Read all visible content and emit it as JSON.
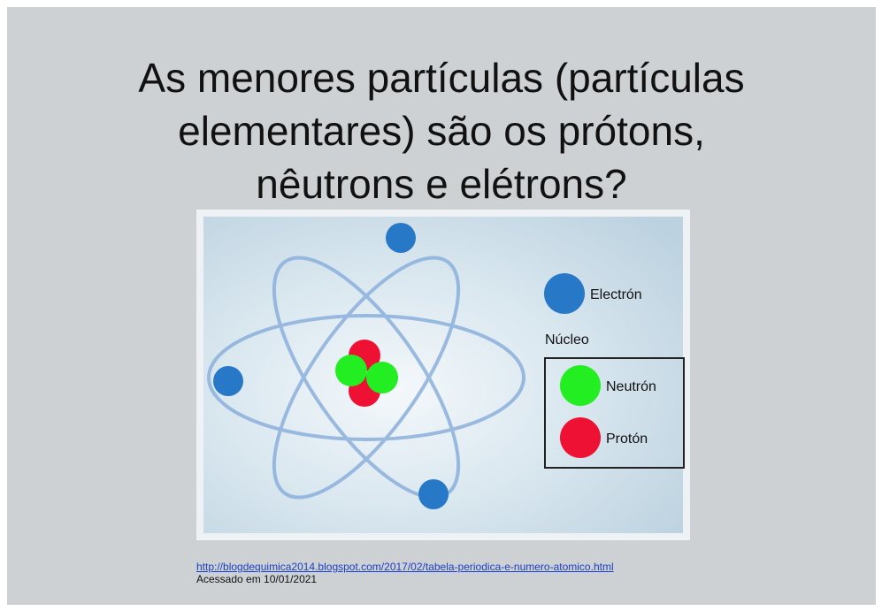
{
  "slide": {
    "title_lines": [
      "As menores partículas (partículas",
      "elementares) são os prótons,",
      "nêutrons e elétrons?"
    ],
    "source_url": "http://blogdequimica2014.blogspot.com/2017/02/tabela-periodica-e-numero-atomico.html",
    "accessed": "Acessado  em 10/01/2021"
  },
  "diagram": {
    "legend": {
      "electron": "Electrón",
      "nucleus": "Núcleo",
      "neutron": "Neutrón",
      "proton": "Protón"
    },
    "colors": {
      "electron": "#2878c8",
      "neutron": "#22ee22",
      "proton": "#ee1133",
      "orbit": "#8cb0dc",
      "panel_bg": "#c9dbe7",
      "frame": "#eef2f4"
    }
  }
}
